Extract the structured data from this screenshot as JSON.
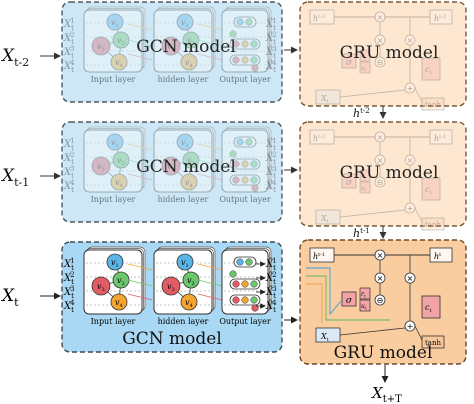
{
  "colors": {
    "gcn_fill": "#c9e6f6",
    "gcn_fill_active": "#a9d8f4",
    "gcn_stroke": "#3f4c58",
    "gru_fill": "#fde5cd",
    "gru_fill_active": "#f9cda0",
    "gru_stroke": "#6b4a2a",
    "node_blue": "#5ab4e6",
    "node_green": "#6cc66b",
    "node_red": "#e15c64",
    "node_orange": "#f4a52e",
    "gate_pink": "#f1a3a6",
    "gate_tan": "#f7c79a",
    "line_dark": "#222222"
  },
  "rows": [
    {
      "input_label": "X_{t-2}",
      "gcn_label": "GCN model",
      "gru_label": "GRU model",
      "layer_labels": [
        "Input layer",
        "hidden layer",
        "Output layer"
      ],
      "x_labels": [
        "X_t^1",
        "X_t^2",
        "X_t^3",
        "X_t^4"
      ],
      "xhat_labels": [
        "X̂_t^1",
        "X̂_t^2",
        "X̂_t^3",
        "X̂_t^4"
      ],
      "h_prev": "h^{t-3}",
      "h_out": "h^{t-2}"
    },
    {
      "input_label": "X_{t-1}",
      "gcn_label": "GCN model",
      "gru_label": "GRU model",
      "layer_labels": [
        "Input layer",
        "hidden layer",
        "Output layer"
      ],
      "x_labels": [
        "X_t^1",
        "X_t^2",
        "X_t^3",
        "X_t^4"
      ],
      "xhat_labels": [
        "X̂_t^1",
        "X̂_t^2",
        "X̂_t^3",
        "X̂_t^4"
      ],
      "h_prev": "h^{t-2}",
      "h_out": "h^{t-1}"
    },
    {
      "input_label": "X_t",
      "gcn_label": "GCN model",
      "gru_label": "GRU model",
      "layer_labels": [
        "Input layer",
        "hidden layer",
        "Output layer"
      ],
      "x_labels": [
        "X_t^1",
        "X_t^2",
        "X_t^3",
        "X_t^4"
      ],
      "xhat_labels": [
        "X̂_t^1",
        "X̂_t^2",
        "X̂_t^3",
        "X̂_t^4"
      ],
      "h_prev": "h^{t-1}",
      "h_out": "h^t",
      "gates": [
        "σ",
        "r_t",
        "u_t",
        "c_t",
        "tanh",
        "X_t"
      ],
      "ops": [
        "×",
        "+",
        "×",
        "⊖",
        "1-"
      ]
    }
  ],
  "nodes": [
    "v_1",
    "v_2",
    "v_3",
    "v_4"
  ],
  "final_output": "X_{t+T}"
}
